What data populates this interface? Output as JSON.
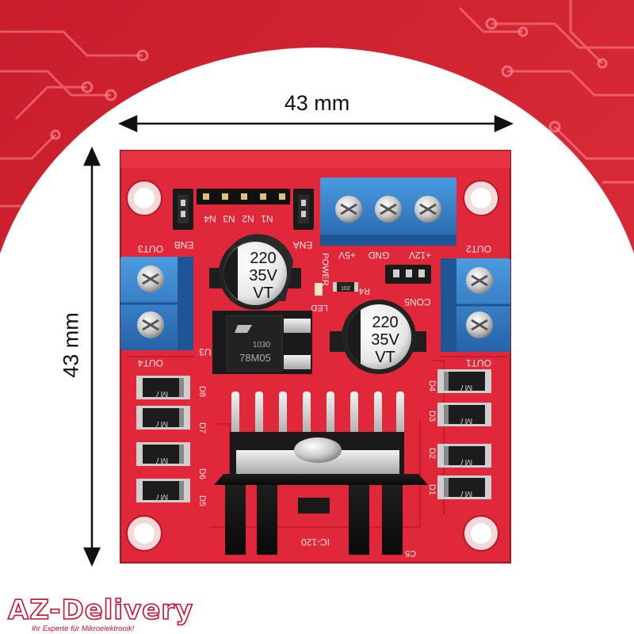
{
  "dimensions": {
    "width_label": "43 mm",
    "height_label": "43 mm"
  },
  "brand": {
    "name": "AZ-Delivery",
    "tagline": "Ihr Experte für Mikroelektronik!"
  },
  "board": {
    "labels": {
      "enb": "ENB",
      "ena": "ENA",
      "out1": "OUT1",
      "out2": "OUT2",
      "out3": "OUT3",
      "out4": "OUT4",
      "n1": "N1",
      "n2": "N2",
      "n3": "N3",
      "n4": "N4",
      "plus5v": "+5V",
      "plus12v": "+12V",
      "gnd": "GND",
      "power": "POWER",
      "led": "LED",
      "r4": "R4",
      "con5": "CON5",
      "u3": "U3",
      "c5": "C5",
      "ic_part": "IC-120",
      "d1": "D1",
      "d2": "D2",
      "d3": "D3",
      "d4": "D4",
      "d5": "D5",
      "d6": "D6",
      "d7": "D7",
      "d8": "D8",
      "diode_code": "M7"
    },
    "capacitor_left": {
      "line1": "220",
      "line2": "35V",
      "line3": "VT"
    },
    "capacitor_right": {
      "line1": "220",
      "line2": "35V",
      "line3": "VT"
    },
    "regulator": {
      "code": "78M05",
      "batch": "1030"
    },
    "resistor_code": "102"
  },
  "colors": {
    "background_red": "#d42431",
    "board_red": "#e0283a",
    "terminal_blue": "#2f7fc9",
    "brand_red": "#c8102e"
  }
}
